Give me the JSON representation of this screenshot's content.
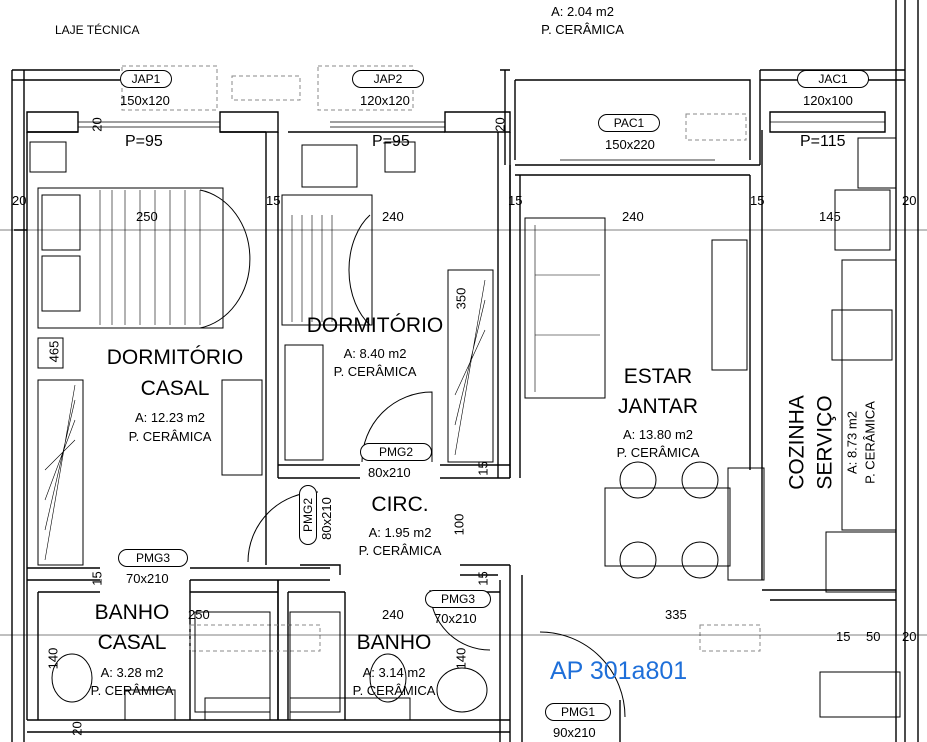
{
  "top_label": {
    "area": "A: 2.04 m2",
    "finish": "P. CERÂMICA"
  },
  "laje": "LAJE TÉCNICA",
  "rooms": {
    "dorm_casal": {
      "name1": "DORMITÓRIO",
      "name2": "CASAL",
      "area": "A: 12.23 m2",
      "finish": "P. CERÂMICA"
    },
    "dorm": {
      "name": "DORMITÓRIO",
      "area": "A: 8.40 m2",
      "finish": "P. CERÂMICA"
    },
    "estar": {
      "name1": "ESTAR",
      "name2": "JANTAR",
      "area": "A: 13.80 m2",
      "finish": "P. CERÂMICA"
    },
    "cozinha": {
      "name1": "COZINHA",
      "name2": "SERVIÇO",
      "area": "A: 8.73 m2",
      "finish": "P. CERÂMICA"
    },
    "circ": {
      "name": "CIRC.",
      "area": "A: 1.95 m2",
      "finish": "P. CERÂMICA"
    },
    "banho_casal": {
      "name1": "BANHO",
      "name2": "CASAL",
      "area": "A: 3.28 m2",
      "finish": "P. CERÂMICA"
    },
    "banho": {
      "name": "BANHO",
      "area": "A: 3.14 m2",
      "finish": "P. CERÂMICA"
    }
  },
  "openings": {
    "jap1": {
      "tag": "JAP1",
      "size": "150x120",
      "sill": "P=95"
    },
    "jap2": {
      "tag": "JAP2",
      "size": "120x120",
      "sill": "P=95"
    },
    "jac1": {
      "tag": "JAC1",
      "size": "120x100",
      "sill": "P=115"
    },
    "pac1": {
      "tag": "PAC1",
      "size": "150x220"
    },
    "pmg2a": {
      "tag": "PMG2",
      "size": "80x210"
    },
    "pmg2b": {
      "tag": "PMG2",
      "size": "80x210"
    },
    "pmg3a": {
      "tag": "PMG3",
      "size": "70x210"
    },
    "pmg3b": {
      "tag": "PMG3",
      "size": "70x210"
    },
    "pmg1": {
      "tag": "PMG1",
      "size": "90x210"
    }
  },
  "dims": {
    "d20_top_left": "20",
    "d20_top_mid": "20",
    "d20_left": "20",
    "d15_a": "15",
    "d15_b": "15",
    "d15_c": "15",
    "d20_right": "20",
    "w250": "250",
    "w240_a": "240",
    "w240_b": "240",
    "w145": "145",
    "h465": "465",
    "h350": "350",
    "h100": "100",
    "d15_circ": "15",
    "d15_bath_a": "15",
    "d15_bath_b": "15",
    "w250_bath": "250",
    "w240_bath": "240",
    "w335": "335",
    "h140_a": "140",
    "h140_b": "140",
    "d15_bot_a": "15",
    "d50": "50",
    "d20_bot_r": "20",
    "d20_bottom": "20"
  },
  "apartment_label": "AP 301a801"
}
